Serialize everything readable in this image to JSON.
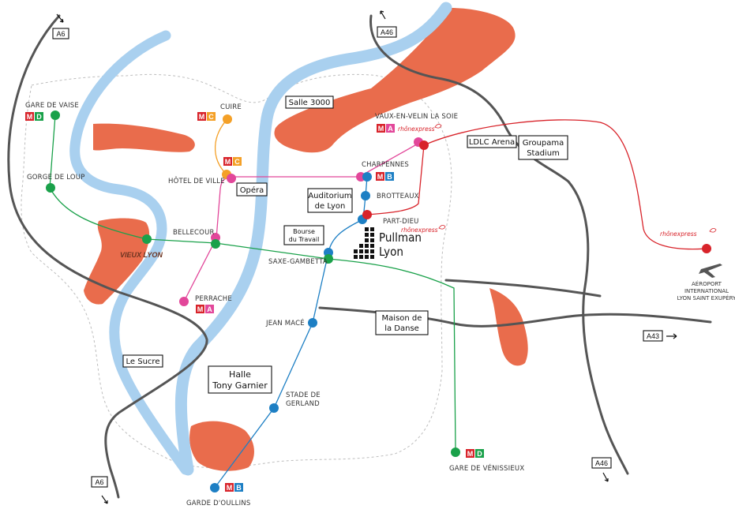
{
  "colors": {
    "river": "#a9d0ef",
    "area": "#e96c4c",
    "road": "#555555",
    "line_a": "#e2479a",
    "line_b": "#1d7fc4",
    "line_c": "#f4a027",
    "line_d": "#1aa14a",
    "rhonexpress": "#d8232a",
    "district": "#bdbdbd"
  },
  "highways": [
    {
      "id": "a6-north",
      "label": "A6"
    },
    {
      "id": "a46-north",
      "label": "A46"
    },
    {
      "id": "a43",
      "label": "A43"
    },
    {
      "id": "a46-south",
      "label": "A46"
    },
    {
      "id": "a6-south",
      "label": "A6"
    }
  ],
  "venues": [
    {
      "id": "salle-3000",
      "label": "Salle 3000"
    },
    {
      "id": "ldlc-arena",
      "label": "LDLC Arena"
    },
    {
      "id": "groupama-stadium",
      "line1": "Groupama",
      "line2": "Stadium"
    },
    {
      "id": "opera",
      "label": "Opéra"
    },
    {
      "id": "auditorium",
      "line1": "Auditorium",
      "line2": "de Lyon"
    },
    {
      "id": "bourse-du-travail",
      "line1": "Bourse",
      "line2": "du Travail"
    },
    {
      "id": "maison-de-la-danse",
      "line1": "Maison de",
      "line2": "la Danse"
    },
    {
      "id": "le-sucre",
      "label": "Le Sucre"
    },
    {
      "id": "halle-tony-garnier",
      "line1": "Halle",
      "line2": "Tony Garnier"
    }
  ],
  "stations": [
    {
      "id": "gare-de-vaise",
      "label": "GARE DE VAISE"
    },
    {
      "id": "gorge-de-loup",
      "label": "GORGE DE LOUP"
    },
    {
      "id": "cuire",
      "label": "CUIRE"
    },
    {
      "id": "hotel-de-ville",
      "label": "HÔTEL DE VILLE"
    },
    {
      "id": "bellecour",
      "label": "BELLECOUR"
    },
    {
      "id": "perrache",
      "label": "PERRACHE"
    },
    {
      "id": "vaux-en-velin",
      "label": "VAUX-EN-VELIN LA SOIE"
    },
    {
      "id": "charpennes",
      "label": "CHARPENNES"
    },
    {
      "id": "brotteaux",
      "label": "BROTTEAUX"
    },
    {
      "id": "part-dieu",
      "label": "PART-DIEU"
    },
    {
      "id": "saxe-gambetta",
      "label": "SAXE-GAMBETTA"
    },
    {
      "id": "jean-mace",
      "label": "JEAN MACÉ"
    },
    {
      "id": "stade-de-gerland",
      "line1": "STADE DE",
      "line2": "GERLAND"
    },
    {
      "id": "gare-de-venissieux",
      "label": "GARE DE VÉNISSIEUX"
    },
    {
      "id": "gare-d-oullins",
      "label": "GARDE D'OULLINS"
    }
  ],
  "metro_badges": {
    "M": "M",
    "A": "A",
    "B": "B",
    "C": "C",
    "D": "D"
  },
  "rhonexpress_label": "rhônexpress",
  "vieux_lyon": "VIEUX LYON",
  "pullman": {
    "line1": "Pullman",
    "line2": "Lyon"
  },
  "airport": {
    "line1": "AÉROPORT",
    "line2": "INTERNATIONAL",
    "line3": "LYON SAINT EXUPÉRY"
  }
}
